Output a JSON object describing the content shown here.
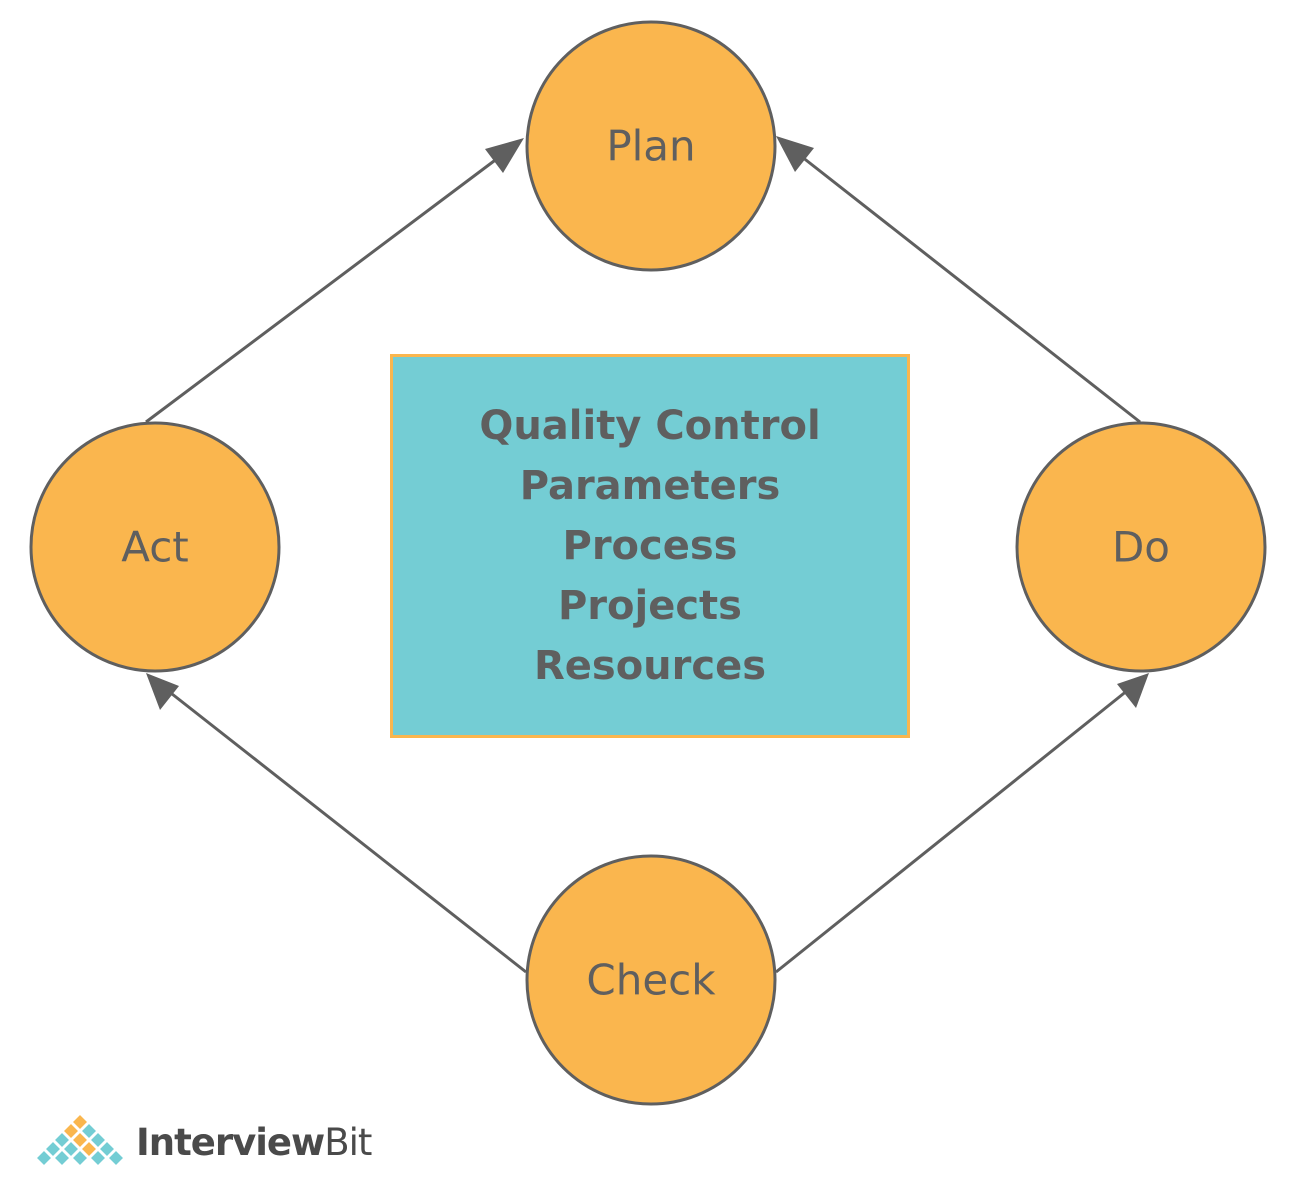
{
  "nodes": {
    "plan": {
      "label": "Plan"
    },
    "do": {
      "label": "Do"
    },
    "check": {
      "label": "Check"
    },
    "act": {
      "label": "Act"
    }
  },
  "center": {
    "lines": [
      "Quality Control",
      "Parameters",
      "Process",
      "Projects",
      "Resources"
    ]
  },
  "logo": {
    "part1": "Interview",
    "part2": "Bit",
    "icon": "interviewbit-diamond-logo-icon"
  },
  "colors": {
    "node_fill": "#FAB64E",
    "center_fill": "#74CDD4",
    "stroke": "#5F5F5F"
  }
}
